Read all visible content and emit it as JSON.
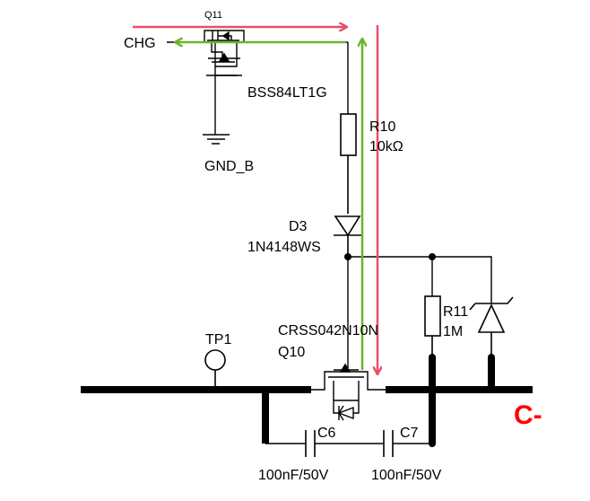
{
  "labels": {
    "q11": "Q11",
    "chg": "CHG",
    "q11_part": "BSS84LT1G",
    "r10": "R10",
    "r10_value": "10kΩ",
    "gnd": "GND_B",
    "d3": "D3",
    "d3_part": "1N4148WS",
    "q10_part": "CRSS042N10N",
    "q10": "Q10",
    "tp1": "TP1",
    "r11": "R11",
    "r11_value": "1M",
    "c6": "C6",
    "c6_value": "100nF/50V",
    "c7": "C7",
    "c7_value": "100nF/50V",
    "node": "C-"
  },
  "colors": {
    "wire": "#000000",
    "red_arrow": "#e8506a",
    "green_arrow": "#6ab42d",
    "node_label": "#ff0000"
  }
}
